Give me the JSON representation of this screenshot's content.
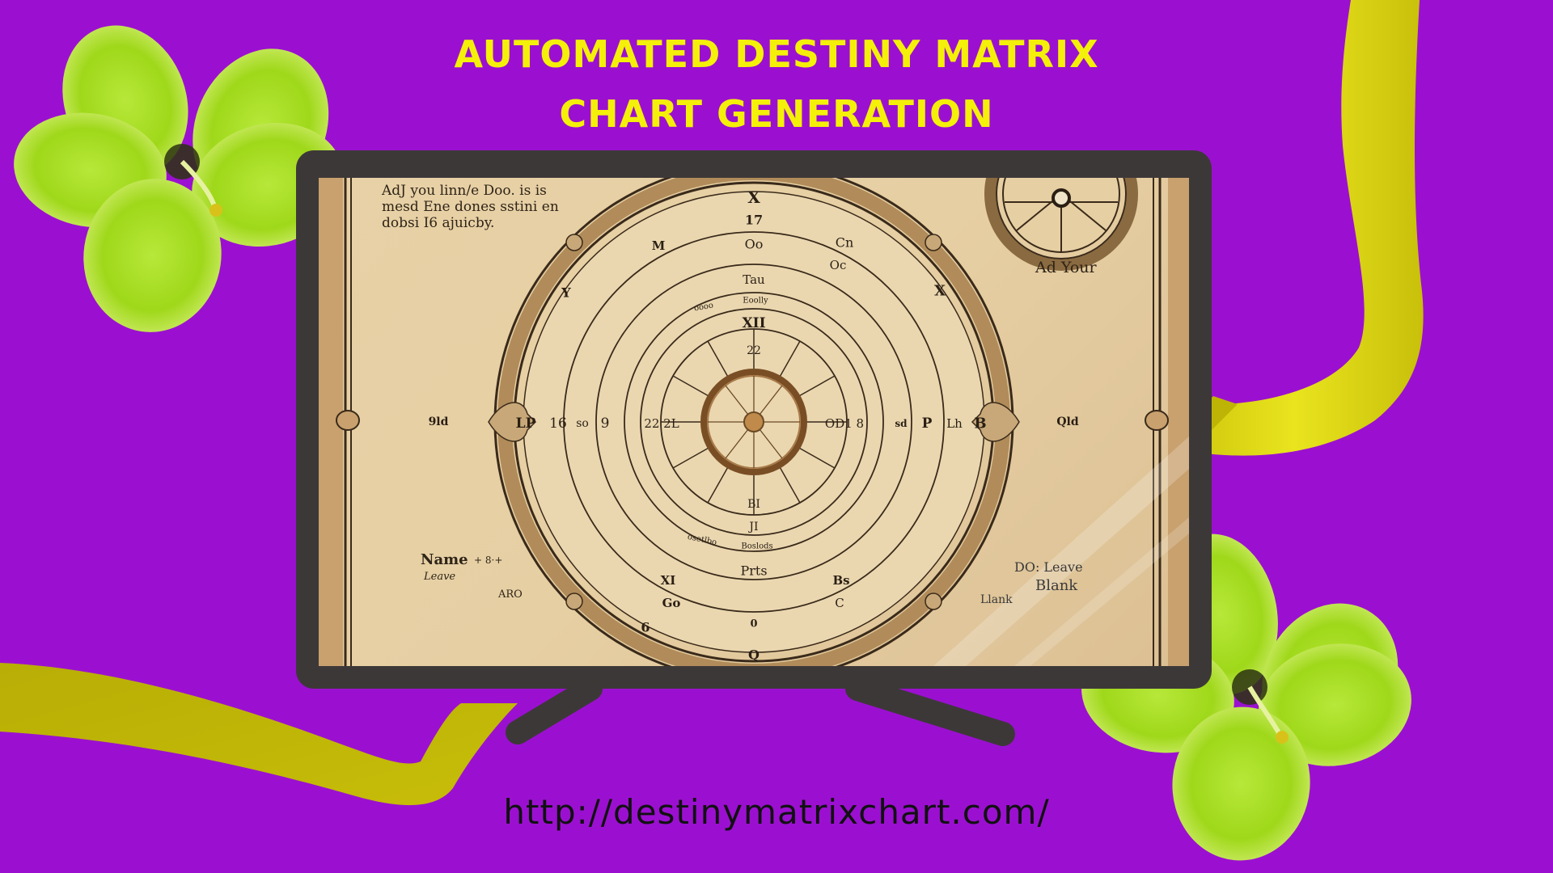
{
  "header": {
    "title_line1": "AUTOMATED DESTINY MATRIX",
    "title_line2": "CHART GENERATION"
  },
  "footer": {
    "url": "http://destinymatrixchart.com/"
  },
  "colors": {
    "background": "#9b10d0",
    "title": "#f4f00a",
    "url_text": "#111111",
    "monitor_frame": "#3d3838",
    "parchment": "#e6cfa3",
    "ribbon": "#d9d40a",
    "flower": "#a6e02a"
  },
  "screen": {
    "intro_text": [
      "AdJ you linn/e Doo. is is",
      "mesd Ene dones sstini en",
      "dobsi I6 ajuicby."
    ],
    "top_right_label": "Ad Your",
    "left_form": {
      "name_label": "Name",
      "name_suffix": "+ 8·+",
      "leave_label": "Leave",
      "aro_label": "ARO"
    },
    "right_form": {
      "leave_label": "DO: Leave",
      "blank_label": "Blank",
      "blank_small": "Llank"
    },
    "wheel": {
      "top_labels": [
        "X",
        "17",
        "Oo",
        "Tau",
        "XII",
        "22"
      ],
      "bottom_labels": [
        "BI",
        "JI",
        "Prts",
        "0",
        "Q"
      ],
      "left_labels": [
        "9ld",
        "LP",
        "16",
        "so",
        "9",
        "22 2L"
      ],
      "right_labels": [
        "OD1 8",
        "sd",
        "P",
        "Lh",
        "B",
        "Qld"
      ],
      "scattered": [
        "M",
        "Oc",
        "Cn",
        "XI",
        "Go",
        "C",
        "Y",
        "X",
        "Bs",
        "6"
      ],
      "ring_text": [
        "Boslods",
        "osetlbo",
        "Eoolly",
        "oooo"
      ]
    }
  }
}
